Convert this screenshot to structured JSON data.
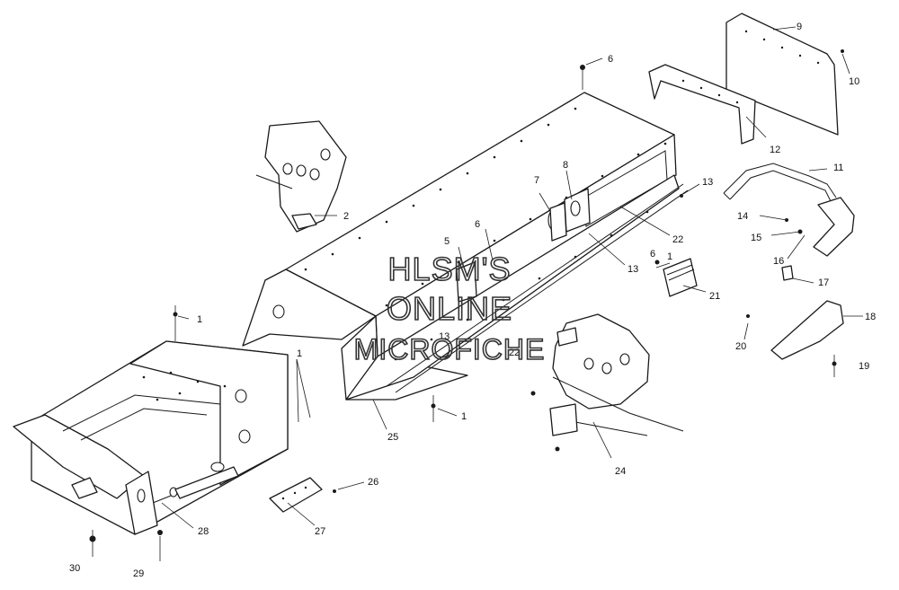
{
  "watermark": {
    "line1": "HLSM'S",
    "line2": "ONLINE",
    "line3": "MICROFICHE"
  },
  "callouts": [
    {
      "id": "c1a",
      "label": "1"
    },
    {
      "id": "c1b",
      "label": "1"
    },
    {
      "id": "c1c",
      "label": "1"
    },
    {
      "id": "c1d",
      "label": "1"
    },
    {
      "id": "c2",
      "label": "2"
    },
    {
      "id": "c5",
      "label": "5"
    },
    {
      "id": "c6a",
      "label": "6"
    },
    {
      "id": "c6b",
      "label": "6"
    },
    {
      "id": "c6c",
      "label": "6"
    },
    {
      "id": "c7",
      "label": "7"
    },
    {
      "id": "c8",
      "label": "8"
    },
    {
      "id": "c9",
      "label": "9"
    },
    {
      "id": "c10",
      "label": "10"
    },
    {
      "id": "c11",
      "label": "11"
    },
    {
      "id": "c12",
      "label": "12"
    },
    {
      "id": "c13a",
      "label": "13"
    },
    {
      "id": "c13b",
      "label": "13"
    },
    {
      "id": "c13c",
      "label": "13"
    },
    {
      "id": "c14",
      "label": "14"
    },
    {
      "id": "c15",
      "label": "15"
    },
    {
      "id": "c16",
      "label": "16"
    },
    {
      "id": "c17",
      "label": "17"
    },
    {
      "id": "c18",
      "label": "18"
    },
    {
      "id": "c19",
      "label": "19"
    },
    {
      "id": "c20",
      "label": "20"
    },
    {
      "id": "c21",
      "label": "21"
    },
    {
      "id": "c22a",
      "label": "22"
    },
    {
      "id": "c22b",
      "label": "22"
    },
    {
      "id": "c24",
      "label": "24"
    },
    {
      "id": "c25",
      "label": "25"
    },
    {
      "id": "c26",
      "label": "26"
    },
    {
      "id": "c27",
      "label": "27"
    },
    {
      "id": "c28",
      "label": "28"
    },
    {
      "id": "c29",
      "label": "29"
    },
    {
      "id": "c30",
      "label": "30"
    }
  ]
}
